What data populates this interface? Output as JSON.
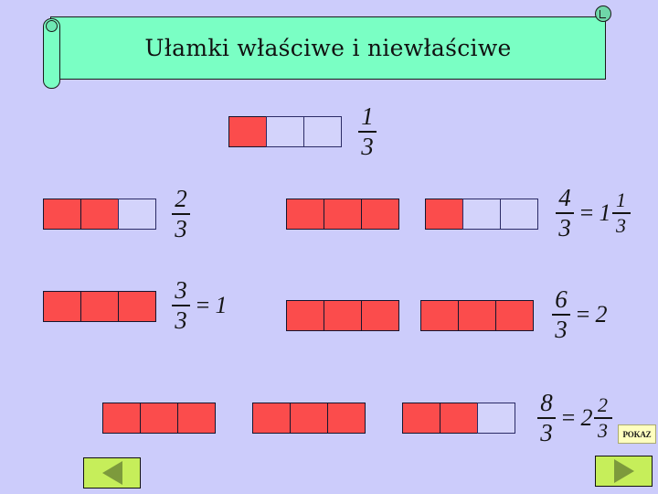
{
  "slide": {
    "background_color": "#ccccfb",
    "title": "Ułamki właściwe i niewłaściwe",
    "banner_color": "#7affc4",
    "fill_color": "#fb4c4c",
    "empty_color": "#d3d3fb"
  },
  "rows": [
    {
      "id": "row-1",
      "bars": [
        {
          "cells": 3,
          "filled": 1
        }
      ],
      "expression": {
        "numerator": "1",
        "denominator": "3",
        "equals": "",
        "whole": "",
        "mixed_numerator": "",
        "mixed_denominator": ""
      }
    },
    {
      "id": "row-2-left",
      "bars": [
        {
          "cells": 3,
          "filled": 2
        }
      ],
      "expression": {
        "numerator": "2",
        "denominator": "3",
        "equals": "",
        "whole": "",
        "mixed_numerator": "",
        "mixed_denominator": ""
      }
    },
    {
      "id": "row-2-right",
      "bars": [
        {
          "cells": 3,
          "filled": 3
        },
        {
          "cells": 3,
          "filled": 1
        }
      ],
      "expression": {
        "numerator": "4",
        "denominator": "3",
        "equals": "=",
        "whole": "1",
        "mixed_numerator": "1",
        "mixed_denominator": "3"
      }
    },
    {
      "id": "row-3-left",
      "bars": [
        {
          "cells": 3,
          "filled": 3
        }
      ],
      "expression": {
        "numerator": "3",
        "denominator": "3",
        "equals": "=",
        "whole": "1",
        "mixed_numerator": "",
        "mixed_denominator": ""
      }
    },
    {
      "id": "row-3-right",
      "bars": [
        {
          "cells": 3,
          "filled": 3
        },
        {
          "cells": 3,
          "filled": 3
        }
      ],
      "expression": {
        "numerator": "6",
        "denominator": "3",
        "equals": "=",
        "whole": "2",
        "mixed_numerator": "",
        "mixed_denominator": ""
      }
    },
    {
      "id": "row-4",
      "bars": [
        {
          "cells": 3,
          "filled": 3
        },
        {
          "cells": 3,
          "filled": 3
        },
        {
          "cells": 3,
          "filled": 2
        }
      ],
      "expression": {
        "numerator": "8",
        "denominator": "3",
        "equals": "=",
        "whole": "2",
        "mixed_numerator": "2",
        "mixed_denominator": "3"
      }
    }
  ],
  "controls": {
    "pokaz_label": "POKAZ",
    "prev_icon": "triangle-left-icon",
    "next_icon": "triangle-right-icon",
    "button_color": "#c6ee5a",
    "triangle_color": "#7d9a3c"
  }
}
